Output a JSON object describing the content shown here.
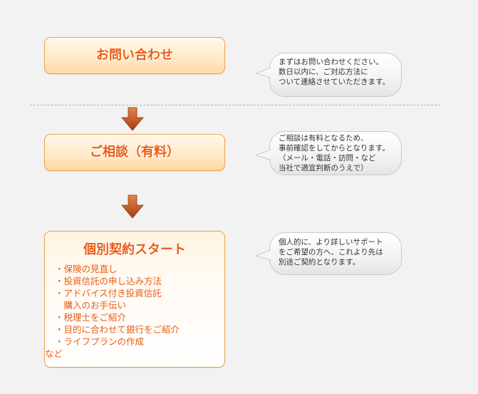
{
  "steps": [
    {
      "title": "お問い合わせ",
      "note": "まずはお問い合わせください。\n数日以内に、ご対応方法に\nついて連絡させていただきます。"
    },
    {
      "title": "ご相談（有料）",
      "note": "ご相談は有料となるため、\n事前確認をしてからとなります。\n（メール・電話・訪問・など\n当社で適宜判断のうえで）"
    },
    {
      "title": "個別契約スタート",
      "note": "個人的に、より詳しいサポート\nをご希望の方へ、これより先は\n別途ご契約となります。",
      "services": [
        "・保険の見直し",
        "・投資信託の申し込み方法",
        "・アドバイス付き投資信託",
        "　購入のお手伝い",
        "・税理士をご紹介",
        "・目的に合わせて銀行をご紹介",
        "・ライフプランの作成"
      ],
      "services_tail": "など"
    }
  ],
  "colors": {
    "accent": "#e85c14",
    "box_border": "#e9a24a",
    "arrow": "#c1521c",
    "bubble_border": "#c9c9c9",
    "divider": "#b5b5b5",
    "background": "#f2f2f2"
  }
}
